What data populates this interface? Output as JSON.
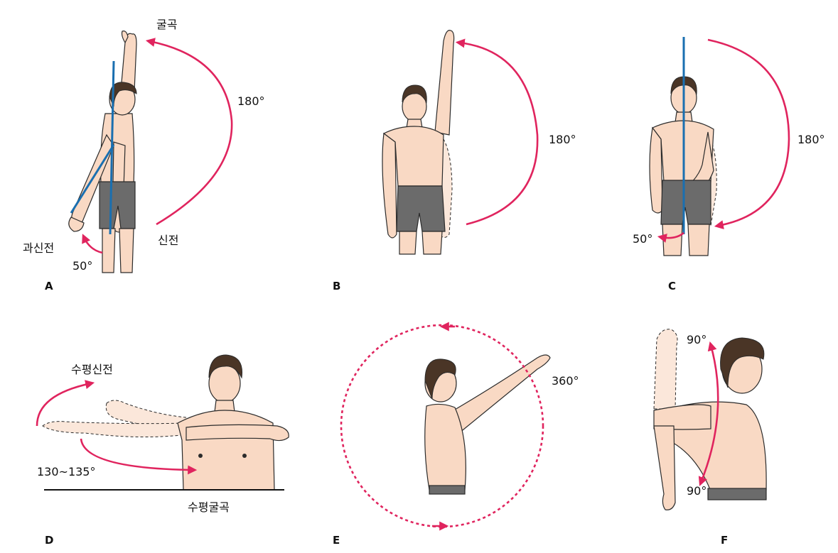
{
  "colors": {
    "arrow": "#e0245e",
    "guide_line": "#1a6fb0",
    "skin": "#f9d9c4",
    "shorts": "#6b6b6b"
  },
  "panels": {
    "A": {
      "letter": "A",
      "flexion": "굴곡",
      "extension": "신전",
      "hyperextension": "과신전",
      "angle_flexion": "180°",
      "angle_hyper": "50°"
    },
    "B": {
      "letter": "B",
      "angle": "180°"
    },
    "C": {
      "letter": "C",
      "angle": "180°",
      "angle_small": "50°"
    },
    "D": {
      "letter": "D",
      "horizontal_extension": "수평신전",
      "horizontal_flexion": "수평굴곡",
      "angle": "130~135°"
    },
    "E": {
      "letter": "E",
      "angle": "360°"
    },
    "F": {
      "letter": "F",
      "angle_top": "90°",
      "angle_bottom": "90°"
    }
  }
}
